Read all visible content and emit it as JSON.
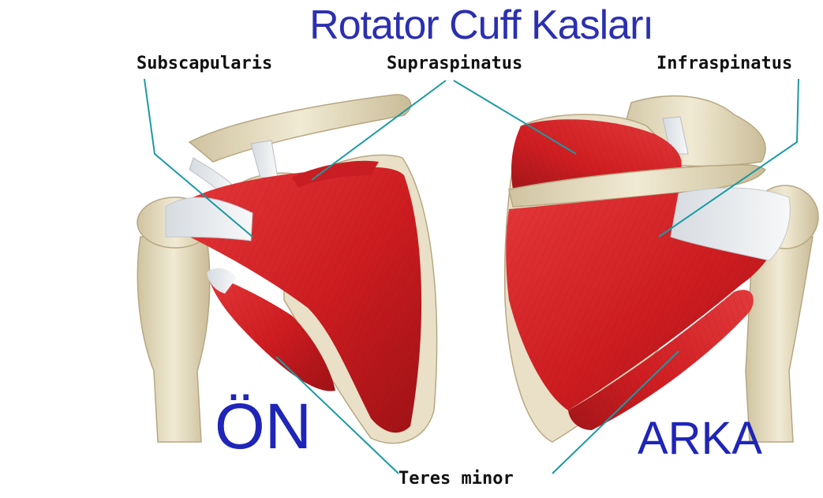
{
  "title": "Rotator Cuff Kasları",
  "labels": {
    "subscapularis": "Subscapularis",
    "supraspinatus": "Supraspinatus",
    "infraspinatus": "Infraspinatus",
    "teres_minor": "Teres minor"
  },
  "views": {
    "front": "ÖN",
    "back": "ARKA"
  },
  "colors": {
    "title": "#2b2fb0",
    "muscle": "#d31f24",
    "bone": "#e8dfc6",
    "tendon": "#e6eaee",
    "leader_line": "#1a9aa5"
  },
  "icons": [
    "front-shoulder-anatomy",
    "back-shoulder-anatomy"
  ]
}
